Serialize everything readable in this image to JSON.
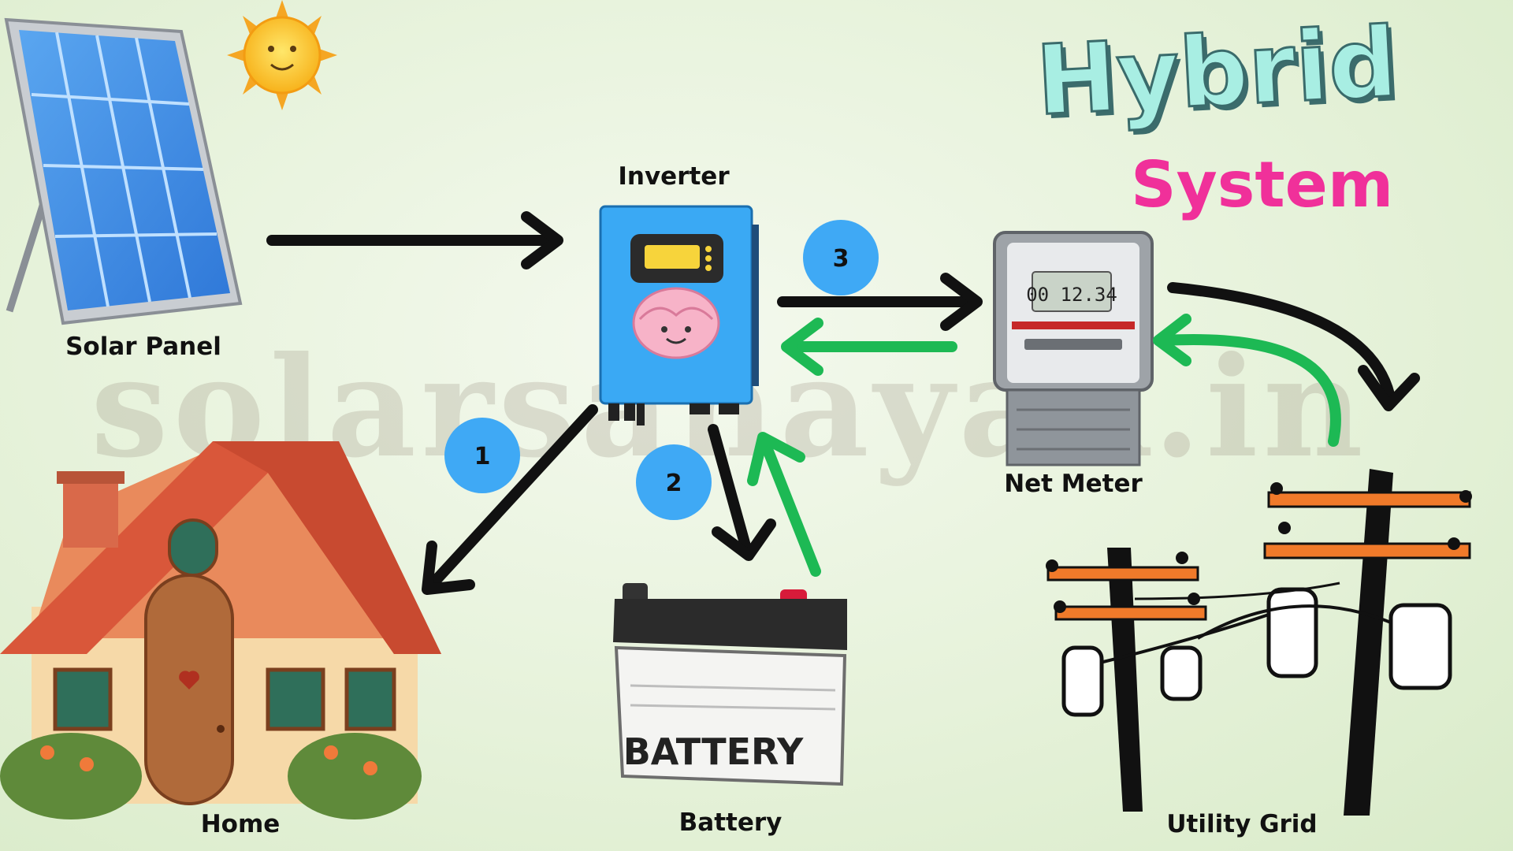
{
  "title": {
    "line1": "Hybrid",
    "line2": "System"
  },
  "watermark": "solarsahayak.in",
  "components": {
    "solar_panel": "Solar Panel",
    "inverter": "Inverter",
    "net_meter": "Net Meter",
    "home": "Home",
    "battery": "Battery",
    "utility_grid": "Utility Grid"
  },
  "battery_print": "BATTERY",
  "meter_display": "00 12.34",
  "badges": [
    "1",
    "2",
    "3"
  ],
  "colors": {
    "flow_out": "#111111",
    "flow_in": "#1db954",
    "badge": "#3fa9f5",
    "title_hybrid": "#a8eee3",
    "title_system": "#f0309a",
    "inverter_body": "#3aa9f4"
  }
}
